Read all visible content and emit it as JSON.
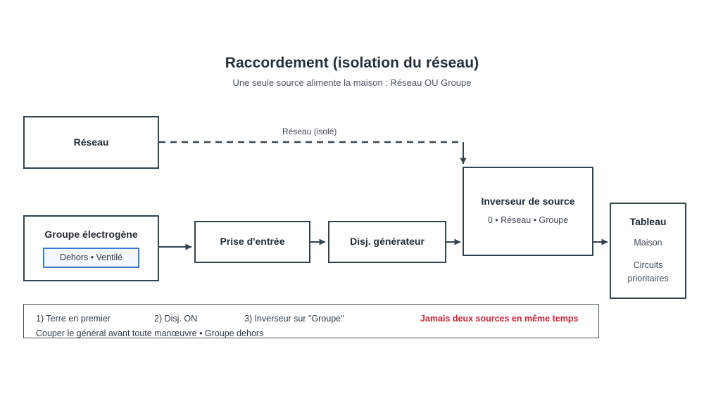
{
  "header": {
    "title": "Raccordement (isolation du réseau)",
    "subtitle": "Une seule source alimente la maison : Réseau OU Groupe"
  },
  "nodes": {
    "reseau": {
      "title": "Réseau"
    },
    "groupe": {
      "title": "Groupe électrogène",
      "badge": "Dehors • Ventilé"
    },
    "prise": {
      "title": "Prise d'entrée"
    },
    "disjoncteur": {
      "title": "Disj. générateur"
    },
    "inverseur": {
      "title": "Inverseur de source",
      "subtitle": "0 • Réseau • Groupe"
    },
    "tableau": {
      "title": "Tableau",
      "line1": "Maison",
      "line2": "Circuits",
      "line3": "prioritaires"
    }
  },
  "edges": {
    "reseau_to_inverseur_label": "Réseau (isolé)"
  },
  "footer": {
    "step1": "1) Terre en premier",
    "step2": "2) Disj. ON",
    "step3": "3) Inverseur sur \"Groupe\"",
    "warning": "Jamais deux sources en même temps",
    "note": "Couper le général avant toute manœuvre • Groupe dehors"
  },
  "colors": {
    "stroke": "#33424f",
    "badge_border": "#3b7ad0",
    "badge_fill": "#f2f8fe",
    "warning": "#ca2337",
    "text": "#2b3742",
    "background": "#ffffff"
  }
}
